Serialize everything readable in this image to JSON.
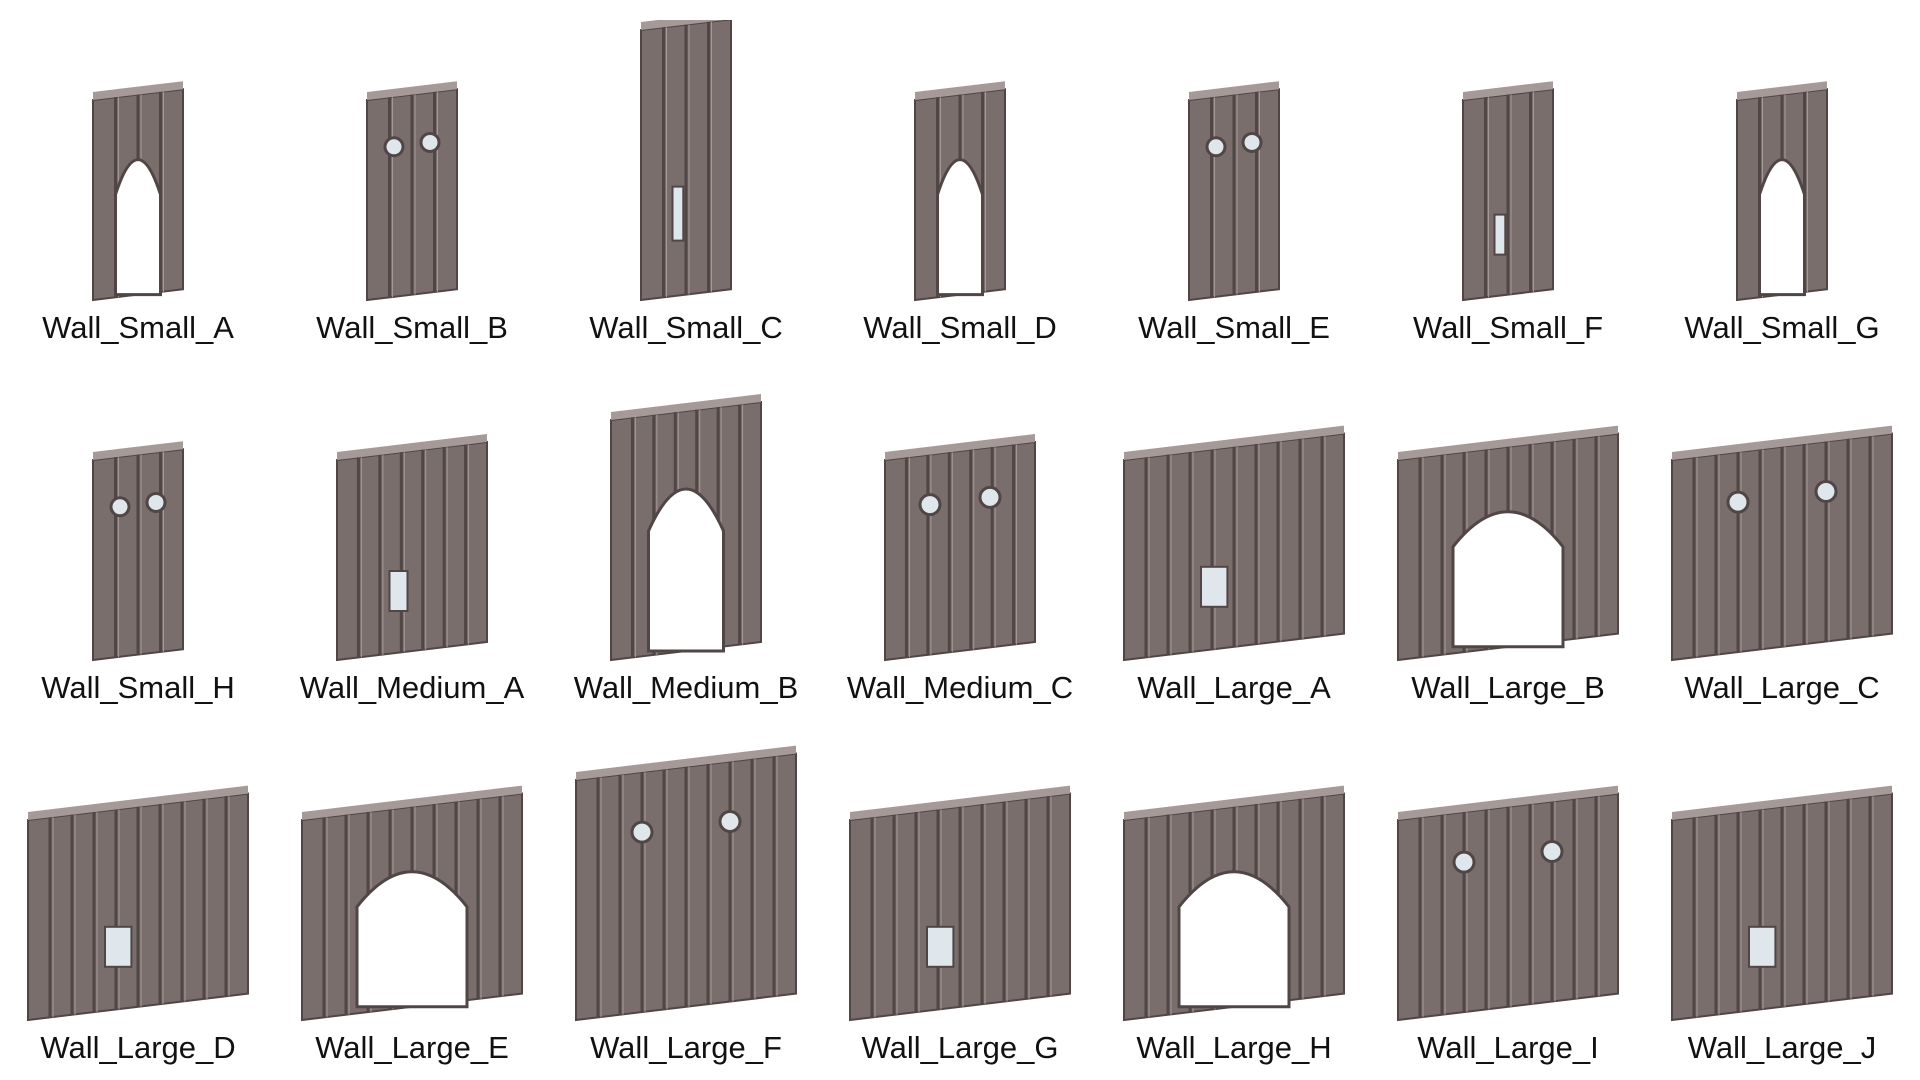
{
  "items": [
    {
      "label": "Wall_Small_A"
    },
    {
      "label": "Wall_Small_B"
    },
    {
      "label": "Wall_Small_C"
    },
    {
      "label": "Wall_Small_D"
    },
    {
      "label": "Wall_Small_E"
    },
    {
      "label": "Wall_Small_F"
    },
    {
      "label": "Wall_Small_G"
    },
    {
      "label": "Wall_Small_H"
    },
    {
      "label": "Wall_Medium_A"
    },
    {
      "label": "Wall_Medium_B"
    },
    {
      "label": "Wall_Medium_C"
    },
    {
      "label": "Wall_Large_A"
    },
    {
      "label": "Wall_Large_B"
    },
    {
      "label": "Wall_Large_C"
    },
    {
      "label": "Wall_Large_D"
    },
    {
      "label": "Wall_Large_E"
    },
    {
      "label": "Wall_Large_F"
    },
    {
      "label": "Wall_Large_G"
    },
    {
      "label": "Wall_Large_H"
    },
    {
      "label": "Wall_Large_I"
    },
    {
      "label": "Wall_Large_J"
    }
  ],
  "colors": {
    "wall": "#7a6e6c",
    "wall_dark": "#4f4645",
    "wall_light": "#a59a98",
    "window": "#dfe6ec"
  }
}
